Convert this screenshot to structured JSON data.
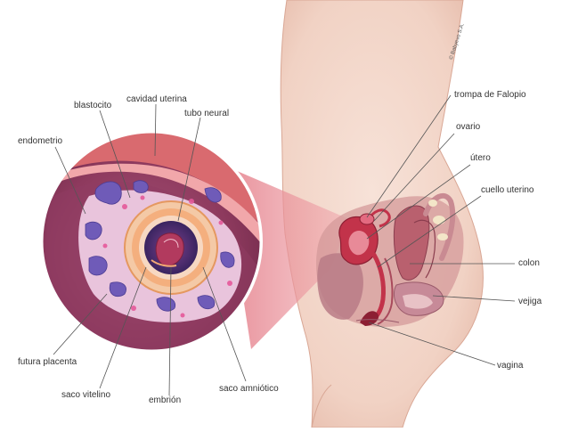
{
  "copyright": "© Babyevo S.A.",
  "labels": {
    "blastocito": "blastocito",
    "cavidad_uterina": "cavidad uterina",
    "tubo_neural": "tubo neural",
    "endometrio": "endometrio",
    "futura_placenta": "futura placenta",
    "saco_vitelino": "saco vitelino",
    "embrion": "embrión",
    "saco_amniotico": "saco amniótico",
    "trompa_de_falopio": "trompa de Falopio",
    "ovario": "ovario",
    "utero": "útero",
    "cuello_uterino": "cuello uterino",
    "colon": "colon",
    "vejiga": "vejiga",
    "vagina": "vagina"
  },
  "colors": {
    "skin": "#f3d6c9",
    "skin_shadow": "#e2b5a3",
    "tissue_dark": "#8e3a56",
    "tissue_mid": "#b7506a",
    "uterus_red": "#c2334a",
    "zoom_cone": "#e58a96",
    "sac_orange": "#f4a974",
    "blasto_purple": "#6f5bb8",
    "leader_line": "#555555"
  }
}
